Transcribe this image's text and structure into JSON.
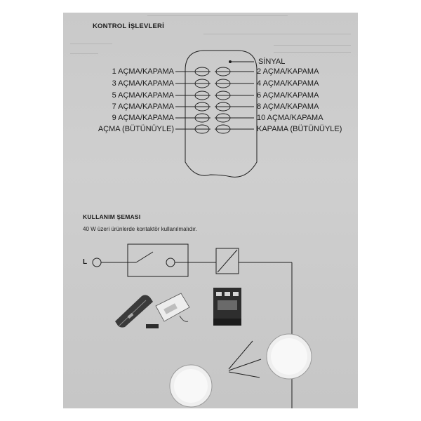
{
  "sections": {
    "control_title": "KONTROL İŞLEVLERİ",
    "usage_title": "KULLANIM ŞEMASI",
    "usage_note": "40 W üzeri ürünlerde kontaktör kullanılmalıdır."
  },
  "remote": {
    "signal_label": "SİNYAL",
    "left_labels": [
      "1  AÇMA/KAPAMA",
      "3 AÇMA/KAPAMA",
      "5 AÇMA/KAPAMA",
      "7 AÇMA/KAPAMA",
      "9 AÇMA/KAPAMA",
      "AÇMA (BÜTÜNÜYLE)"
    ],
    "right_labels": [
      "2 AÇMA/KAPAMA",
      "4 AÇMA/KAPAMA",
      "6 AÇMA/KAPAMA",
      "8 AÇMA/KAPAMA",
      "10 AÇMA/KAPAMA",
      "KAPAMA (BÜTÜNÜYLE)"
    ]
  },
  "wiring": {
    "line_label": "L"
  }
}
